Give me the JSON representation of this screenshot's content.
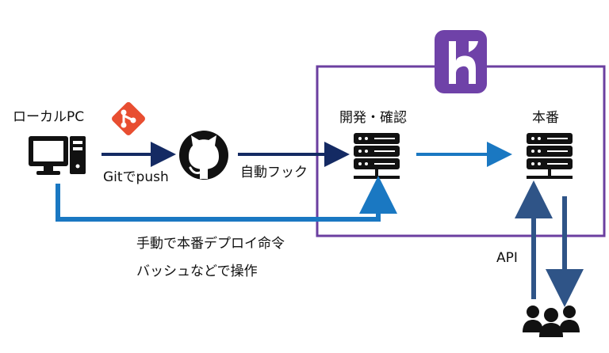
{
  "labels": {
    "local_pc": "ローカルPC",
    "git_push": "Gitでpush",
    "auto_hook": "自動フック",
    "dev_confirm": "開発・確認",
    "production": "本番",
    "manual_deploy_line1": "手動で本番デプロイ命令",
    "manual_deploy_line2": "バッシュなどで操作",
    "api": "API"
  },
  "icons": {
    "pc": "desktop-computer-icon",
    "git": "git-logo-icon",
    "github": "github-octocat-icon",
    "heroku": "heroku-logo-icon",
    "dev_server": "server-icon",
    "prod_server": "server-icon",
    "users": "users-group-icon"
  },
  "colors": {
    "heroku_purple": "#6b3fa0",
    "heroku_logo_bg": "#6f42a8",
    "git_orange": "#e84e31",
    "arrow_navy": "#142a63",
    "arrow_blue": "#1a78c2",
    "arrow_steel": "#2f5487",
    "icon_black": "#111111"
  }
}
